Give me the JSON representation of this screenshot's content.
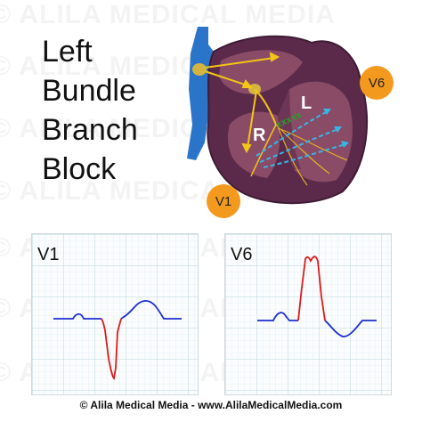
{
  "watermark": "© ALILA MEDICAL MEDIA",
  "title_lines": [
    "Left",
    "Bundle",
    "Branch",
    "Block"
  ],
  "heart": {
    "left_ventricle_label": "L",
    "right_ventricle_label": "R",
    "block_marks": "xxxxx"
  },
  "leads": {
    "v1_badge": "V1",
    "v6_badge": "V6"
  },
  "panels": {
    "v1_label": "V1",
    "v6_label": "V6"
  },
  "footer": {
    "text": "© Alila Medical Media - www.AlilaMedicalMedia.com"
  },
  "colors": {
    "heart_outer": "#5b2a4a",
    "heart_inner": "#8a4b67",
    "conduction": "#f2c21a",
    "arrows_yellow": "#f3c617",
    "arrows_blue": "#37b6e6",
    "vessel_blue": "#2a74c9",
    "lead_badge": "#f39a1e",
    "ecg_normal": "#1f2fcf",
    "ecg_prolonged": "#e01a1a",
    "grid": "#cde3ea"
  }
}
